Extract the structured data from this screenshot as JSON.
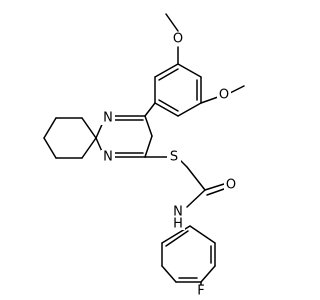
{
  "molecule": {
    "atoms": {
      "o_upper": "O",
      "o_right": "O",
      "n_top": "N",
      "n_bottom": "N",
      "s": "S",
      "o_carbonyl": "O",
      "nh": "N",
      "h": "H",
      "f": "F"
    }
  }
}
